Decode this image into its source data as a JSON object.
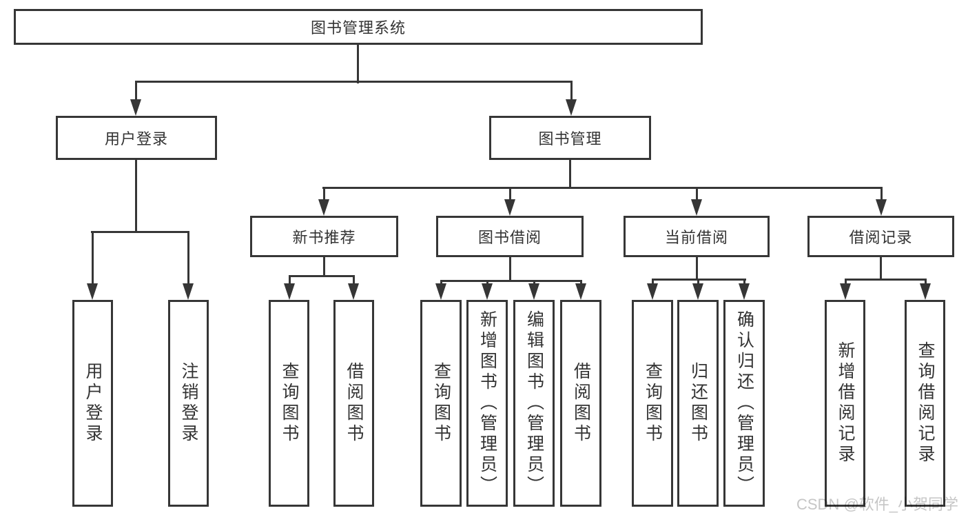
{
  "colors": {
    "line": "#363636",
    "box_fill": "#ffffff",
    "text": "#333333",
    "background": "#ffffff",
    "watermark": "#c6c6c6"
  },
  "diagram": {
    "root": {
      "label": "图书管理系统"
    },
    "branches": [
      {
        "label": "用户登录",
        "children": [
          {
            "label": "用户登录"
          },
          {
            "label": "注销登录"
          }
        ]
      },
      {
        "label": "图书管理",
        "children": [
          {
            "label": "新书推荐",
            "children": [
              {
                "label": "查询图书"
              },
              {
                "label": "借阅图书"
              }
            ]
          },
          {
            "label": "图书借阅",
            "children": [
              {
                "label": "查询图书"
              },
              {
                "label": "新增图书（管理员）"
              },
              {
                "label": "编辑图书（管理员）"
              },
              {
                "label": "借阅图书"
              }
            ]
          },
          {
            "label": "当前借阅",
            "children": [
              {
                "label": "查询图书"
              },
              {
                "label": "归还图书"
              },
              {
                "label": "确认归还（管理员）"
              }
            ]
          },
          {
            "label": "借阅记录",
            "children": [
              {
                "label": "新增借阅记录"
              },
              {
                "label": "查询借阅记录"
              }
            ]
          }
        ]
      }
    ]
  },
  "watermark": {
    "text": "CSDN @软件_小贺同学"
  }
}
